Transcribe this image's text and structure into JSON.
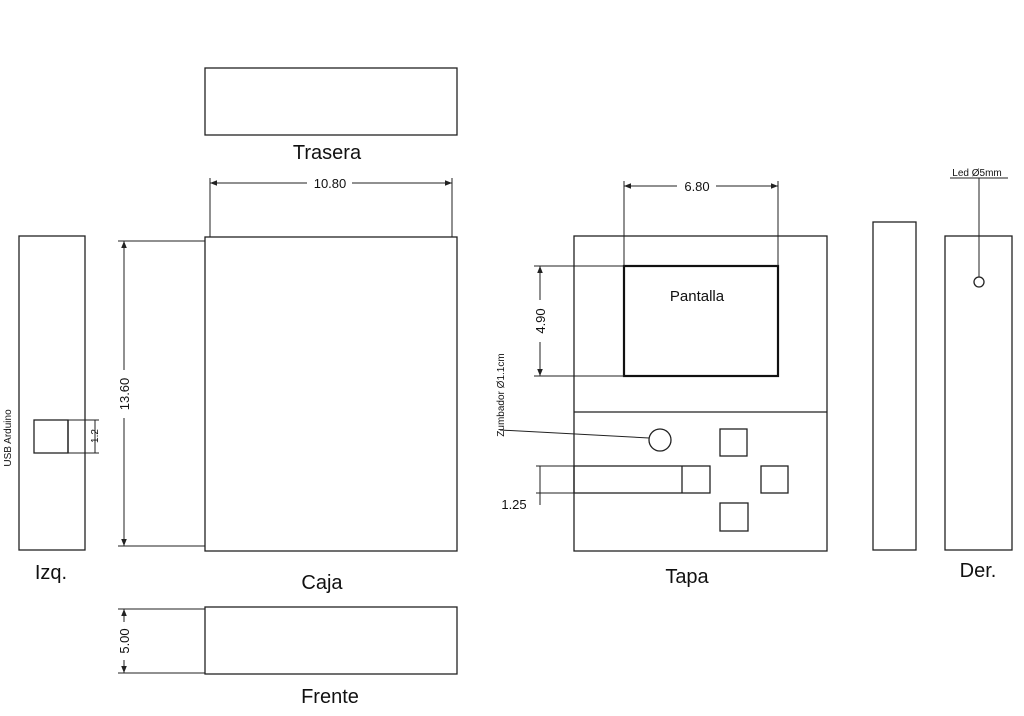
{
  "views": {
    "trasera": "Trasera",
    "caja": "Caja",
    "frente": "Frente",
    "izq": "Izq.",
    "tapa": "Tapa",
    "der": "Der."
  },
  "labels": {
    "pantalla": "Pantalla",
    "usb": "USB Arduino",
    "zumbador": "Zumbador Ø1.1cm",
    "led": "Led Ø5mm"
  },
  "dimensions": {
    "caja_width": "10.80",
    "caja_height": "13.60",
    "frente_height": "5.00",
    "usb_height": "1.2",
    "pantalla_width": "6.80",
    "pantalla_height": "4.90",
    "slot_height": "1.25"
  },
  "colors": {
    "line": "#222222",
    "background": "#ffffff"
  }
}
